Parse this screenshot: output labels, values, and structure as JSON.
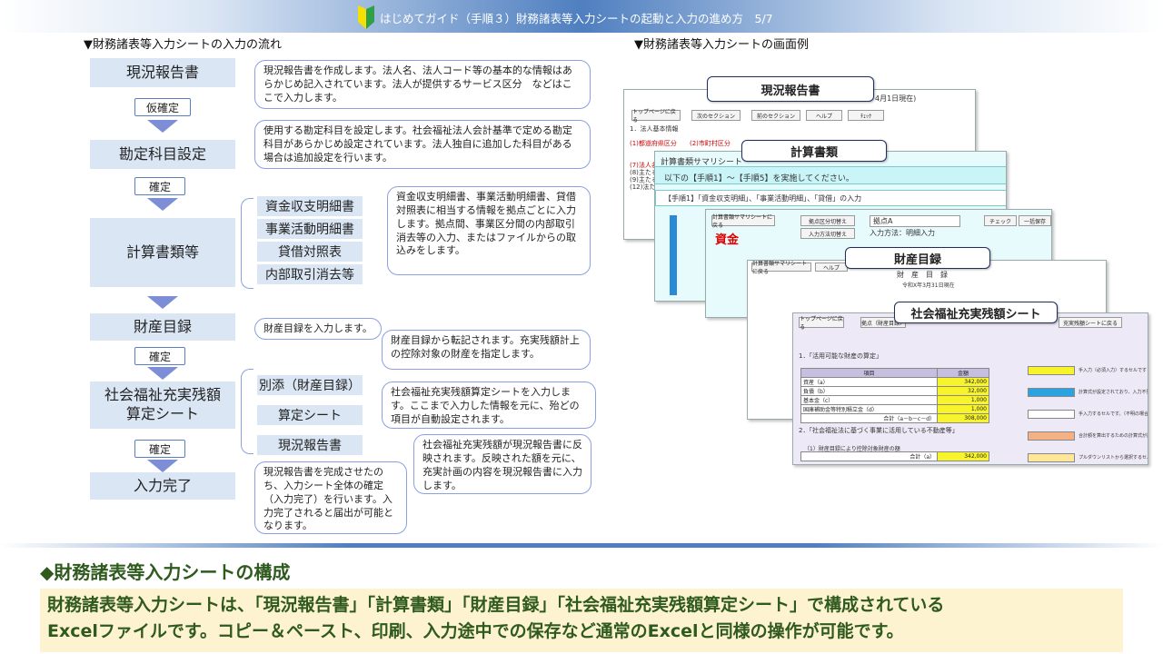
{
  "header": {
    "title": "はじめてガイド（手順３）財務諸表等入力シートの起動と入力の進め方　5/7"
  },
  "flow": {
    "section_title": "▼財務諸表等入力シートの入力の流れ",
    "boxes": [
      "現況報告書",
      "勘定科目設定",
      "計算書類等",
      "財産目録",
      "社会福祉充実残額\n算定シート",
      "入力完了"
    ],
    "steps": [
      "仮確定",
      "確定",
      "確定",
      "確定"
    ],
    "calc_subs": [
      "資金収支明細書",
      "事業活動明細書",
      "貸借対照表",
      "内部取引消去等"
    ],
    "shakai_subs": [
      "別添（財産目録）",
      "算定シート",
      "現況報告書"
    ],
    "callouts": [
      "現況報告書を作成します。法人名、法人コード等の基本的な情報はあらかじめ記入されています。法人が提供するサービス区分　などはここで入力します。",
      "使用する勘定科目を設定します。社会福祉法人会計基準で定める勘定科目があらかじめ設定されています。法人独自に追加した科目がある場合は追加設定を行います。",
      "資金収支明細書、事業活動明細書、貸借対照表に相当する情報を拠点ごとに入力します。拠点間、事業区分間の内部取引消去等の入力、またはファイルからの取込みをします。",
      "財産目録を入力します。",
      "財産目録から転記されます。充実残額計上の控除対象の財産を指定します。",
      "社会福祉充実残額算定シートを入力します。ここまで入力した情報を元に、殆どの項目が自動設定されます。",
      "社会福祉充実残額が現況報告書に反映されます。反映された額を元に、充実計画の内容を現況報告書に入力します。",
      "現況報告書を完成させたのち、入力シート全体の確定（入力完了）を行います。入力完了されると届出が可能となります。"
    ]
  },
  "screens": {
    "section_title": "▼財務諸表等入力シートの画面例",
    "labels": [
      "現況報告書",
      "計算書類",
      "財産目録",
      "社会福祉充実残額シート"
    ],
    "genkyo": {
      "date": "4月1日現在)",
      "buttons": [
        "トップページに戻る",
        "次のセクション",
        "前のセクション",
        "ヘルプ",
        "ﾁｪｯｸ"
      ],
      "row1": "1．法人基本情報",
      "row2a": "(1)都道府県区分",
      "row2b": "(2)市町村区分",
      "row3": "(7)法人名",
      "row4": "(8)主たる",
      "row5": "(9)主たる",
      "row6": "(12)法た"
    },
    "keisan": {
      "title": "計算書類サマリシート",
      "line1": "以下の【手順1】～【手順5】を実施してください。",
      "line2": "【手順1】「資金収支明細」、「事業活動明細」、「貸借」の入力"
    },
    "shikin": {
      "title": "資金",
      "btn1": "計算書類サマリシートに戻る",
      "btn2": "拠点区分切替え",
      "btn3": "入力方法切替え",
      "kyoten": "拠点A",
      "method": "入力方法：明細入力",
      "check": "チェック",
      "ichiran": "一括保存"
    },
    "zaisan": {
      "title": "財　産　目　録",
      "date": "令和X年3月31日現在",
      "btn": "計算書類サマリシートに戻る",
      "help": "ヘルプ"
    },
    "shakai": {
      "btn1": "トップページに戻る",
      "btn2": "拠点（財産目録）",
      "btn3": "充実残額シートに戻る",
      "sec1": "1．「活用可能な財産の算定」",
      "col1": "項目",
      "col2": "金額",
      "rows": [
        [
          "資産（a）",
          "342,000"
        ],
        [
          "負債（b）",
          "32,000"
        ],
        [
          "基本金（c）",
          "1,000"
        ],
        [
          "国庫補助金等特別積立金（d）",
          "1,000"
        ],
        [
          "合計（a－b－c－d）",
          "308,000"
        ]
      ],
      "sec2": "2．「社会福祉法に基づく事業に活用している不動産等」",
      "sec2sub": "（1）財産目録により控除対象財産の額",
      "sum": "合計（a）",
      "sum_val": "342,000",
      "legend": [
        "手入力（必須入力）するセルです",
        "計算式が設定されており、入力不要",
        "手入力するセルです。（不明の場合）",
        "合計額を算出するための計算式が設定",
        "プルダウンリストから選択するセルです"
      ],
      "legend_colors": [
        "#f7f42b",
        "#2aa3e0",
        "#ffffff",
        "#f4b183",
        "#ffe699"
      ]
    }
  },
  "bottom": {
    "heading": "◆財務諸表等入力シートの構成",
    "line1": "財務諸表等入力シートは、「現況報告書」「計算書類」「財産目録」「社会福祉充実残額算定シート」で構成されている",
    "line2": "Excelファイルです。コピー＆ペースト、印刷、入力途中での保存など通常のExcelと同様の操作が可能です。"
  }
}
